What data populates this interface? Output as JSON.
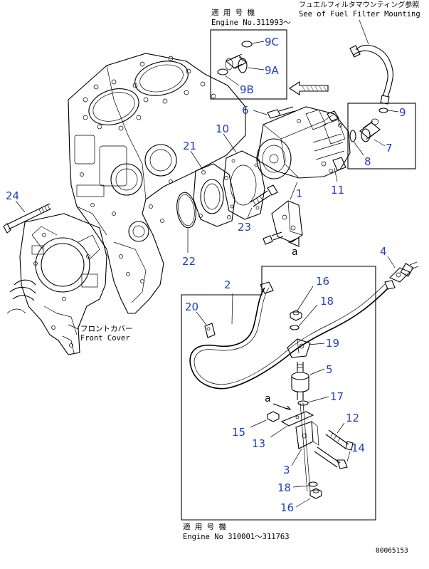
{
  "header": {
    "applicable_jp_top": "適 用 号 機",
    "engine_no_top": "Engine No.311993～",
    "fuel_filter_jp": "フュエルフィルタマウンティング参照",
    "fuel_filter_en": "See of Fuel Filter Mounting"
  },
  "bottom_box": {
    "applicable_jp": "適 用 号 機",
    "engine_no": "Engine No 310001～311763"
  },
  "front_cover": {
    "jp": "フロントカバー",
    "en": "Front Cover"
  },
  "marker_a": "a",
  "doc_number": "00065153",
  "callouts": {
    "c1": "1",
    "c2": "2",
    "c3": "3",
    "c4": "4",
    "c5": "5",
    "c6": "6",
    "c7": "7",
    "c8": "8",
    "c9": "9",
    "c9A": "9A",
    "c9B": "9B",
    "c9C": "9C",
    "c10": "10",
    "c11": "11",
    "c12": "12",
    "c13": "13",
    "c14": "14",
    "c15": "15",
    "c16a": "16",
    "c16b": "16",
    "c17": "17",
    "c18a": "18",
    "c18b": "18",
    "c19": "19",
    "c20": "20",
    "c21": "21",
    "c22": "22",
    "c23": "23",
    "c24": "24"
  },
  "colors": {
    "callout": "#1f3fbf",
    "line": "#000000",
    "background": "#ffffff"
  }
}
